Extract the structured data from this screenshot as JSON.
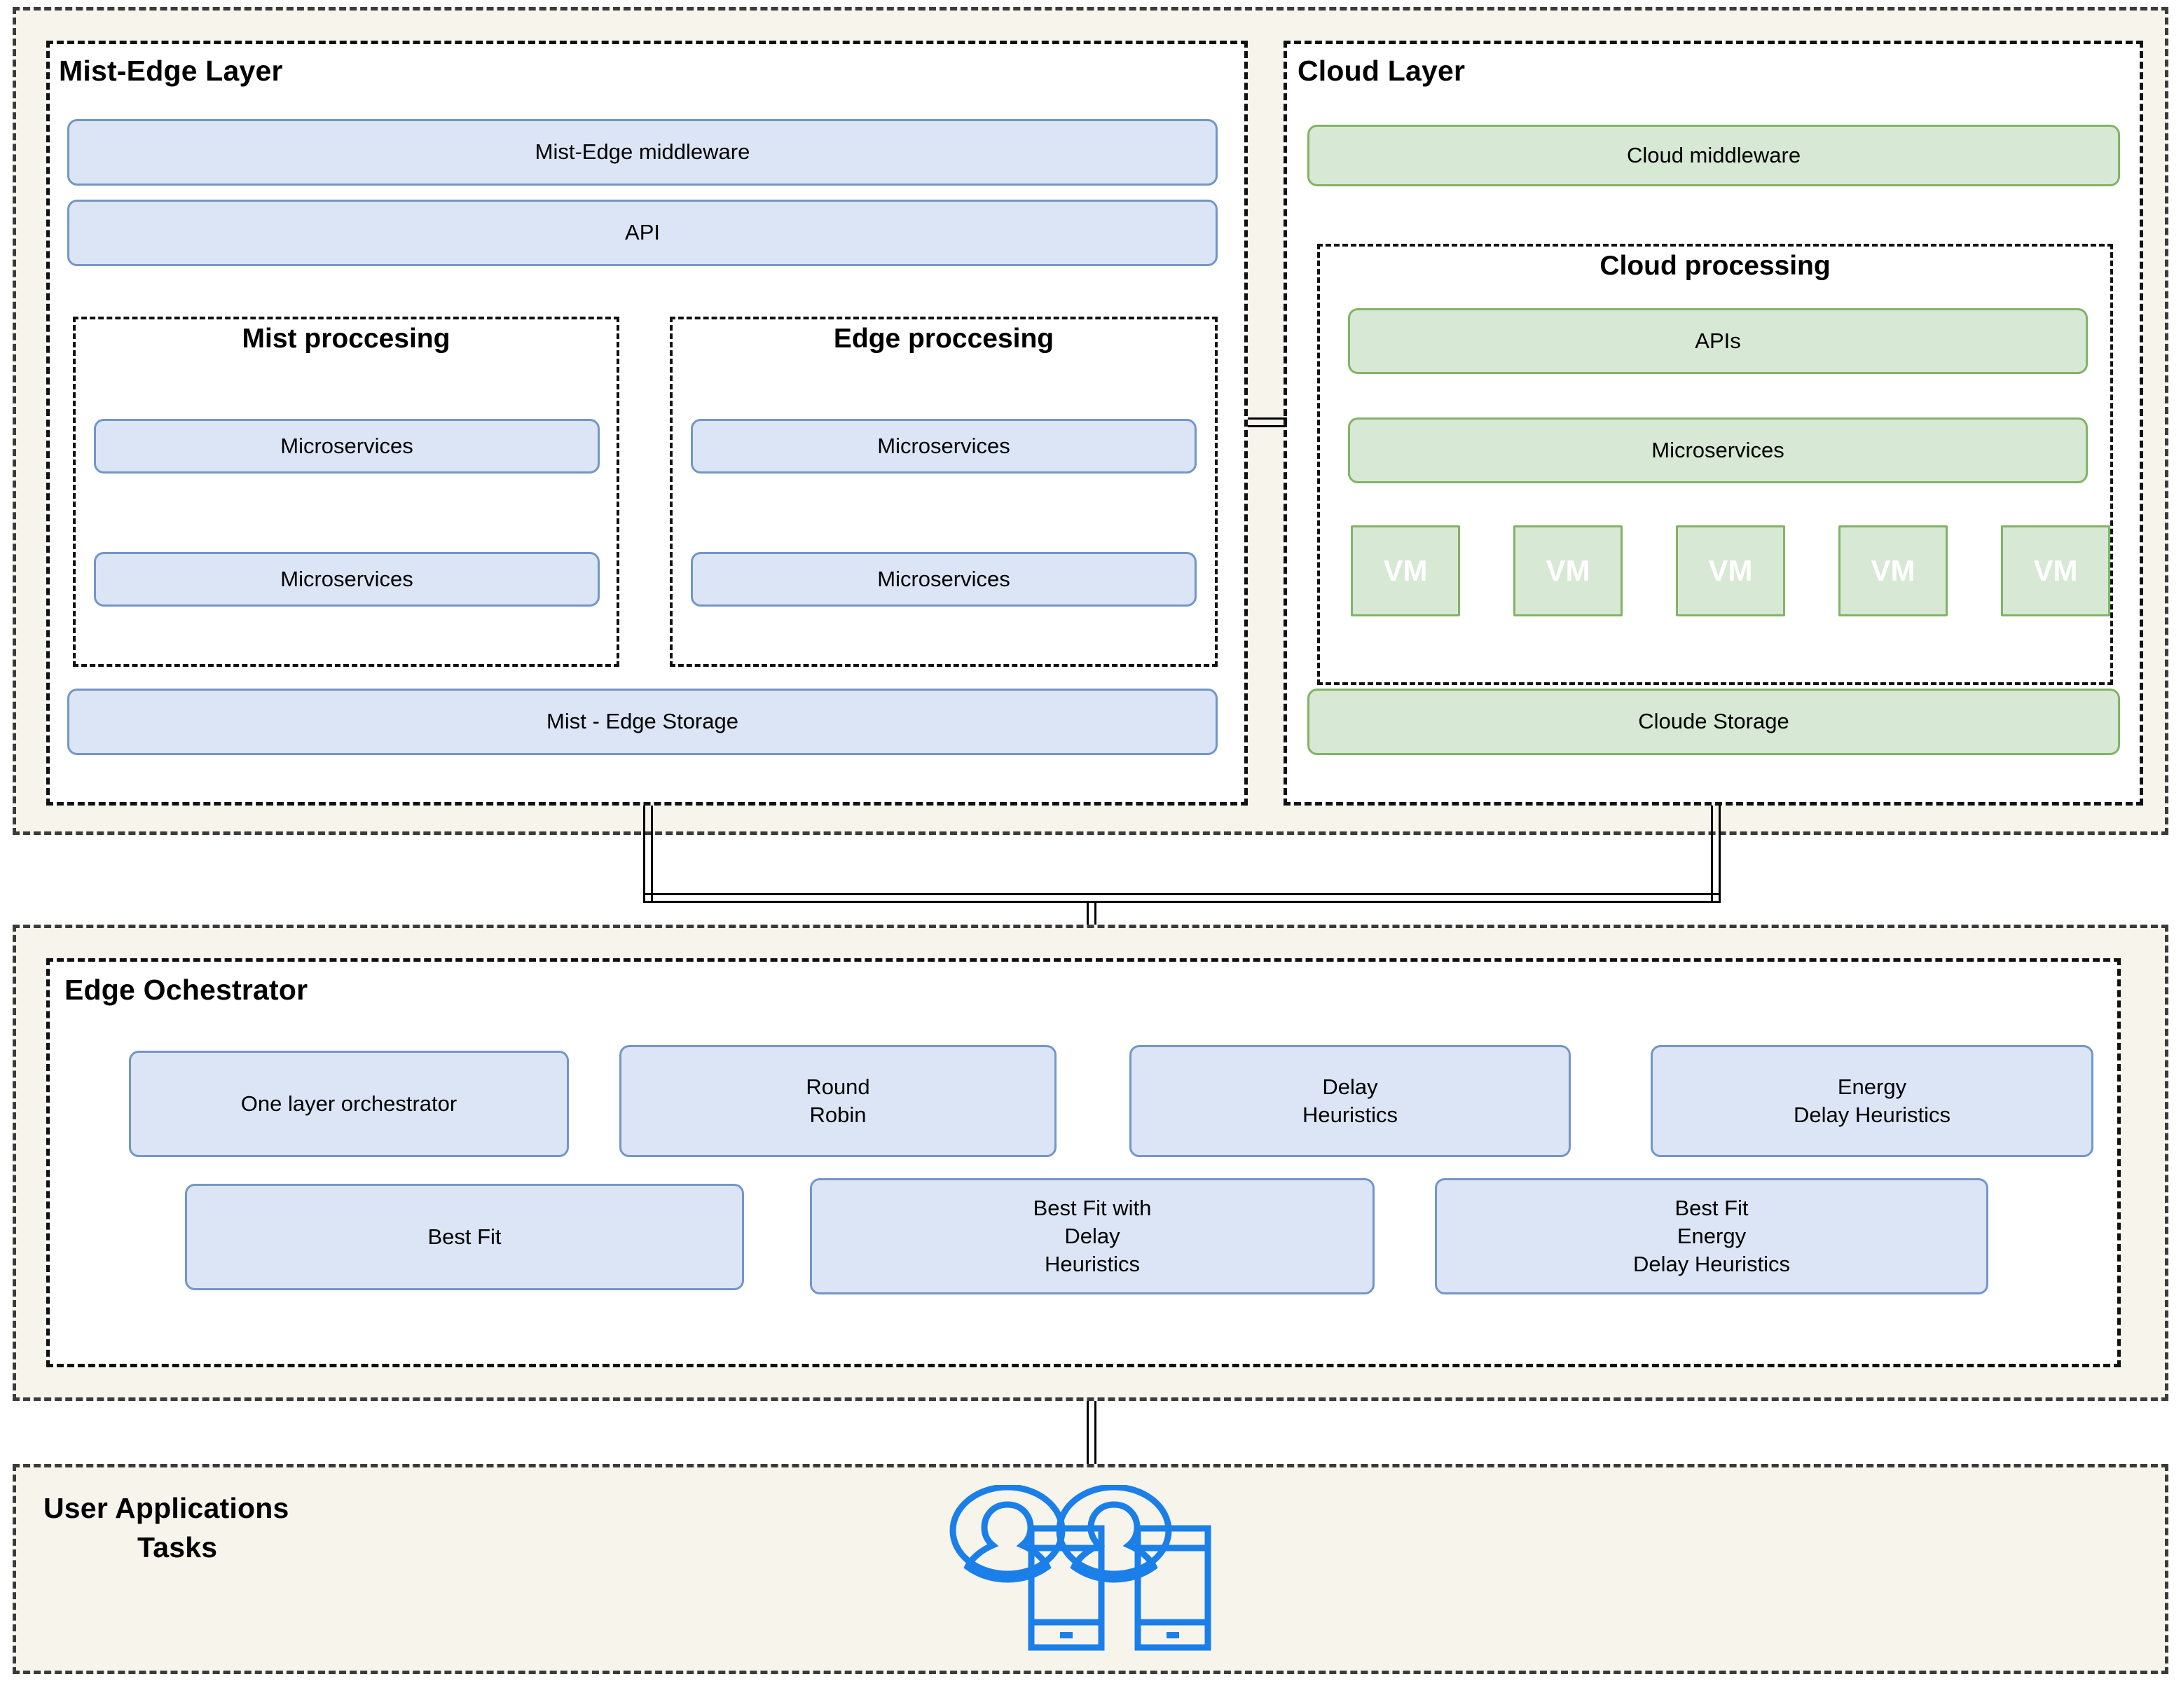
{
  "diagram": {
    "title_hidden": "",
    "accent_blue_fill": "#dbe5f5",
    "accent_blue_border": "#7396c8",
    "accent_green_fill": "#d7e8d4",
    "accent_green_border": "#82b366",
    "panel_background": "#f7f4ec",
    "icon_blue": "#1a7fe8"
  },
  "mist_edge_layer": {
    "title": "Mist-Edge Layer",
    "middleware": "Mist-Edge middleware",
    "api": "API",
    "mist_processing": {
      "title": "Mist proccesing",
      "items": [
        {
          "label": "Microservices"
        },
        {
          "label": "Microservices"
        }
      ]
    },
    "edge_processing": {
      "title": "Edge proccesing",
      "items": [
        {
          "label": "Microservices"
        },
        {
          "label": "Microservices"
        }
      ]
    },
    "storage": "Mist - Edge Storage"
  },
  "cloud_layer": {
    "title": "Cloud Layer",
    "middleware": "Cloud middleware",
    "cloud_processing": {
      "title": "Cloud processing",
      "apis": "APIs",
      "microservices": "Microservices",
      "vms": [
        {
          "label": "VM"
        },
        {
          "label": "VM"
        },
        {
          "label": "VM"
        },
        {
          "label": "VM"
        },
        {
          "label": "VM"
        }
      ]
    },
    "storage": "Cloude Storage"
  },
  "edge_orchestrator": {
    "title": "Edge Ochestrator",
    "row1": [
      {
        "label": "One layer orchestrator"
      },
      {
        "label": "Round\nRobin"
      },
      {
        "label": "Delay\nHeuristics"
      },
      {
        "label": "Energy\nDelay Heuristics"
      }
    ],
    "row2": [
      {
        "label": "Best Fit"
      },
      {
        "label": "Best Fit with\nDelay\nHeuristics"
      },
      {
        "label": "Best Fit\nEnergy\nDelay Heuristics"
      }
    ]
  },
  "user_applications": {
    "title_line1": "User Applications",
    "title_line2": "Tasks",
    "icons": [
      {
        "name": "user-phone-icon"
      },
      {
        "name": "user-phone-icon"
      }
    ]
  }
}
